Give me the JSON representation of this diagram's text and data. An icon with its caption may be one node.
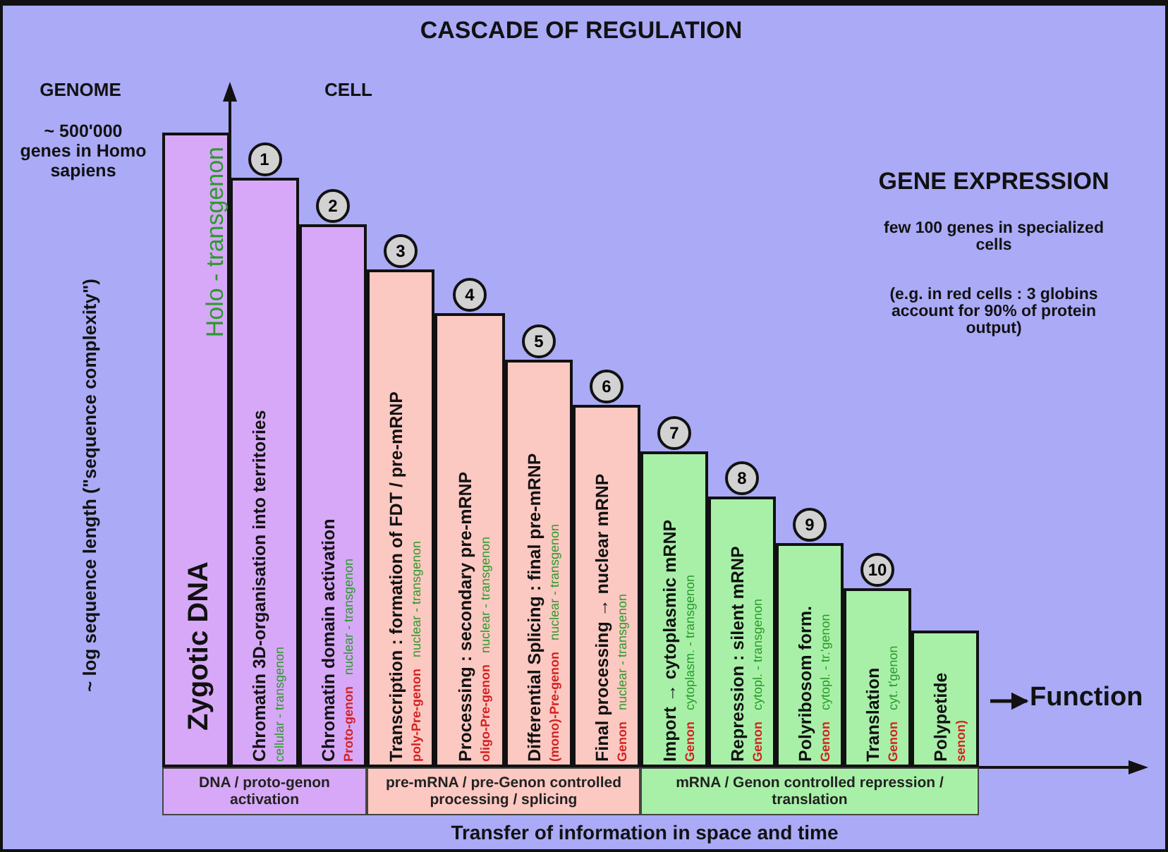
{
  "diagram": {
    "title": "CASCADE OF REGULATION",
    "nodes": [
      {
        "text": [
          "Zygotic DNA",
          "Holo - transgenon"
        ]
      },
      {
        "text": [
          "Chromatin 3D-organisation into territories",
          "cellular - transgenon"
        ]
      },
      {
        "text": [
          "Chromatin domain activation",
          "Proto-genon",
          "nuclear - transgenon"
        ]
      },
      {
        "text": [
          "Transcription : formation of FDT / pre-mRNP",
          "poly-Pre-genon",
          "nuclear - transgenon"
        ]
      },
      {
        "text": [
          "Processing : secondary pre-mRNP",
          "oligo-Pre-genon",
          "nuclear - transgenon"
        ]
      },
      {
        "text": [
          "Differential Splicing : final pre-mRNP",
          "(mono)-Pre-genon",
          "nuclear - transgenon"
        ]
      },
      {
        "text": [
          "Final processing → nuclear mRNP",
          "Genon",
          "nuclear - transgenon"
        ]
      },
      {
        "text": [
          "Import → cytoplasmic mRNP",
          "Genon",
          "cytoplasm. - transgenon"
        ]
      },
      {
        "text": [
          "Repression : silent mRNP",
          "Genon",
          "cytopl. - transgenon"
        ]
      },
      {
        "text": [
          "Polyribosom form.",
          "Genon",
          "cytopl. - tr.'genon"
        ]
      },
      {
        "text": [
          "Translation",
          "Genon",
          "cyt. t'genon"
        ]
      },
      {
        "text": [
          "Polypetide",
          "senon)"
        ]
      },
      {
        "text": [
          "1"
        ]
      },
      {
        "text": [
          "2"
        ]
      },
      {
        "text": [
          "3"
        ]
      },
      {
        "text": [
          "4"
        ]
      },
      {
        "text": [
          "5"
        ]
      },
      {
        "text": [
          "6"
        ]
      },
      {
        "text": [
          "7"
        ]
      },
      {
        "text": [
          "8"
        ]
      },
      {
        "text": [
          "9"
        ]
      },
      {
        "text": [
          "10"
        ]
      },
      {
        "text": [
          "DNA / proto-genon activation"
        ]
      },
      {
        "text": [
          "pre-mRNA / pre-Genon controlled processing / splicing"
        ]
      },
      {
        "text": [
          "mRNA / Genon controlled repression / translation"
        ]
      },
      {
        "text": [
          "Function"
        ]
      }
    ],
    "edges": [
      {
        "from": 11,
        "to": 25,
        "arrow": "to"
      }
    ],
    "labels": [
      "GENOME",
      "CELL",
      "~ 500'000 genes in Homo sapiens",
      "GENE EXPRESSION",
      "few 100 genes in specialized cells",
      "(e.g. in red cells : 3 globins account for 90% of protein output)",
      "~ log sequence length (\"sequence complexity\")",
      "Transfer of information in space and time"
    ]
  }
}
